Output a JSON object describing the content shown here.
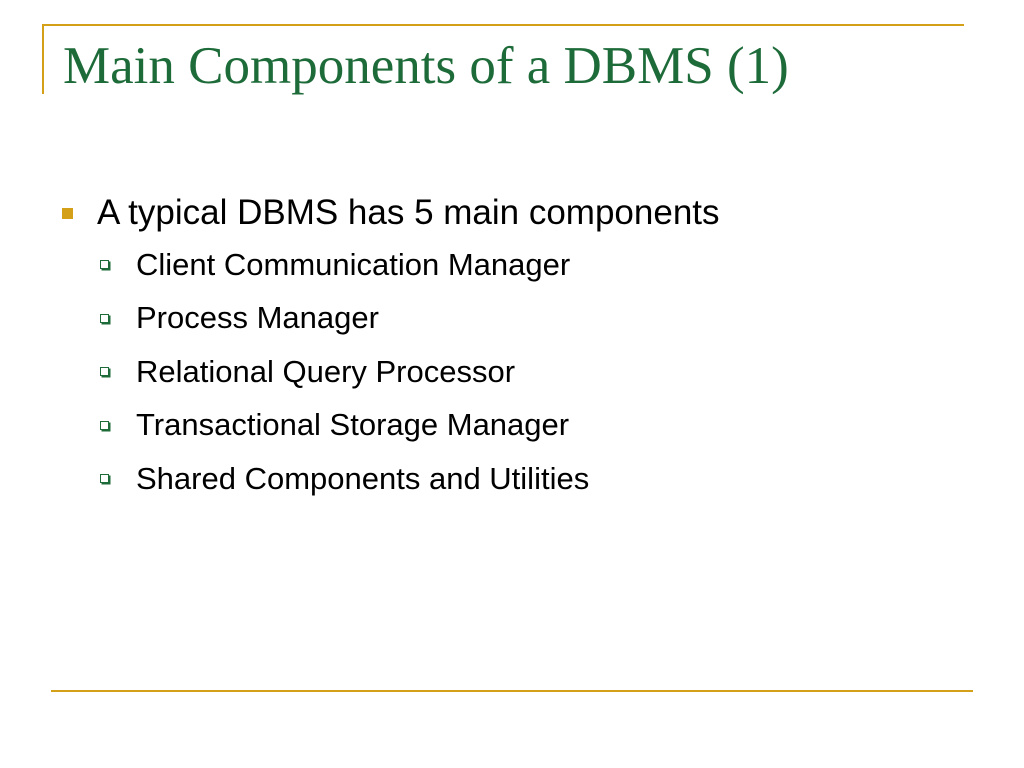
{
  "slide": {
    "title": "Main Components of a DBMS (1)",
    "bullet": "A typical DBMS has 5 main components",
    "sub_items": [
      {
        "label": "Client Communication Manager"
      },
      {
        "label": "Process Manager"
      },
      {
        "label": "Relational Query Processor"
      },
      {
        "label": "Transactional Storage Manager"
      },
      {
        "label": "Shared Components and Utilities"
      }
    ]
  },
  "colors": {
    "title": "#1e6b3a",
    "accent": "#d4a017",
    "text": "#000000"
  }
}
